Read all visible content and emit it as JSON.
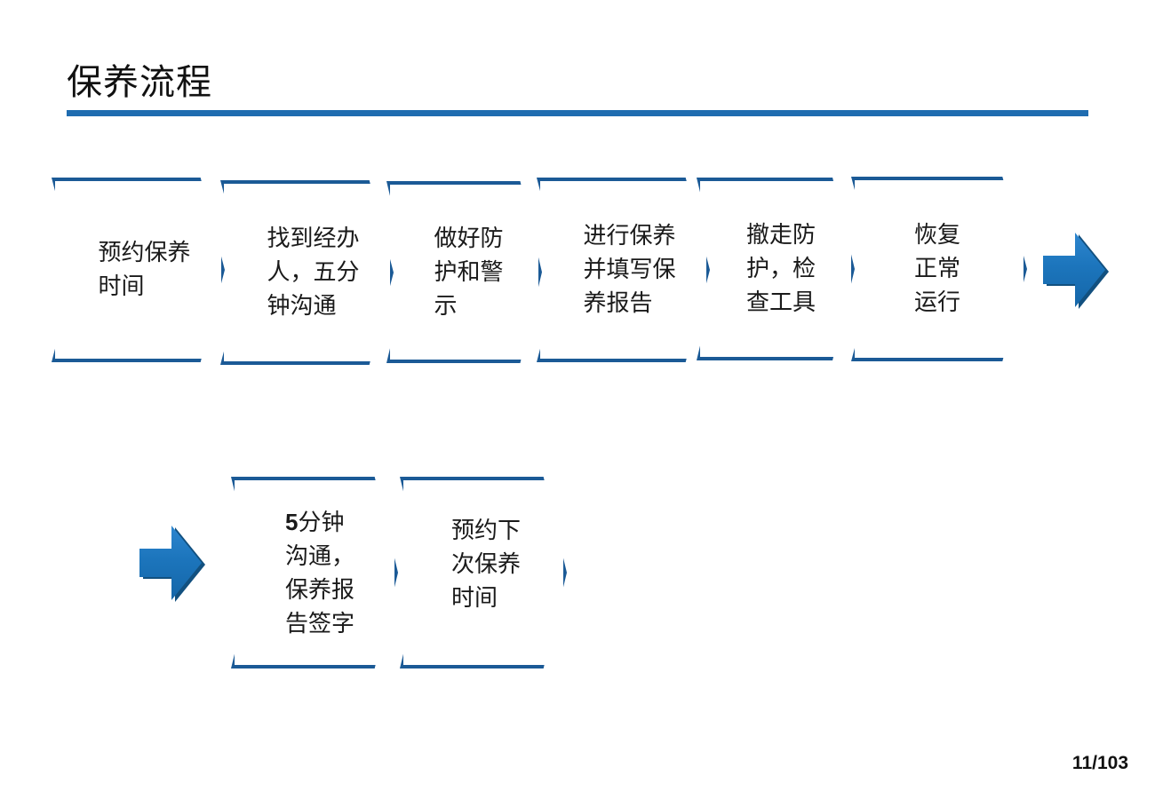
{
  "slide": {
    "title": "保养流程",
    "page_number": "11/103",
    "accent_color": "#1f6cb0",
    "outline_color": "#1b5a96",
    "arrow_color": "#1c75bc",
    "arrow_shadow_color": "#12507f",
    "text_color": "#1a1a1a",
    "background": "#ffffff"
  },
  "flow": {
    "row1": [
      {
        "id": "step-1",
        "label": "预约保养\n时间"
      },
      {
        "id": "step-2",
        "label": "找到经办\n人，五分\n钟沟通"
      },
      {
        "id": "step-3",
        "label": "做好防\n护和警\n示"
      },
      {
        "id": "step-4",
        "label": "进行保养\n并填写保\n养报告"
      },
      {
        "id": "step-5",
        "label": "撤走防\n护，检\n查工具"
      },
      {
        "id": "step-6",
        "label": "恢复\n正常\n运行"
      }
    ],
    "row1_arrow": {
      "id": "arrow-right-top",
      "icon": "arrow-right-icon"
    },
    "row2_arrow": {
      "id": "arrow-right-bottom",
      "icon": "arrow-right-icon"
    },
    "row2": [
      {
        "id": "step-7",
        "label": "5分钟\n沟通，\n保养报\n告签字"
      },
      {
        "id": "step-8",
        "label": "预约下\n次保养\n时间"
      }
    ]
  }
}
